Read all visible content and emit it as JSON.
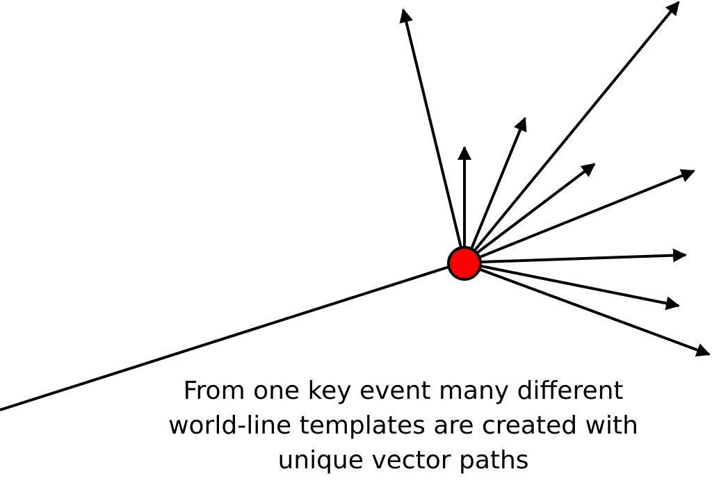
{
  "caption": {
    "line1": "From one key event many different",
    "line2": "world-line templates are created with",
    "line3": "unique vector paths"
  },
  "colors": {
    "event_fill": "#ff0000",
    "line": "#000000",
    "background": "#ffffff"
  }
}
